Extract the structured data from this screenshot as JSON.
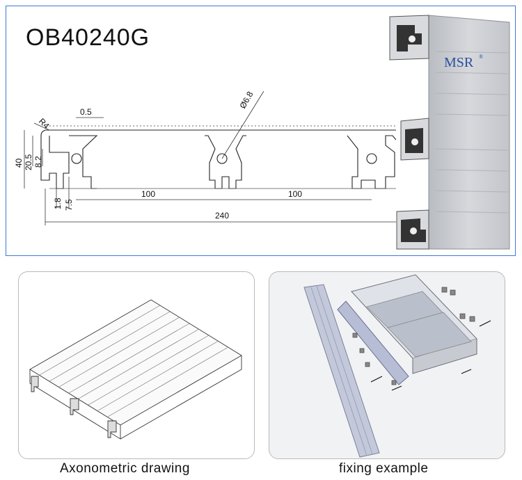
{
  "product": {
    "code": "OB40240G",
    "brand": "MSR",
    "brand_mark": "®"
  },
  "dimensions": {
    "radius": "R4",
    "wall": "0.5",
    "hole": "Ø6.8",
    "height": "40",
    "height_mid": "20.5",
    "slot_offset": "8.2",
    "lip": "1.8",
    "slot_depth": "7.5",
    "pitch_left": "100",
    "pitch_right": "100",
    "width": "240"
  },
  "captions": {
    "axonometric": "Axonometric drawing",
    "fixing": "fixing example"
  },
  "colors": {
    "frame_border": "#3a7bd5",
    "panel_border": "#b9b9b9",
    "aluminium": "#c9ccd1",
    "brand_text": "#2a4f9e"
  }
}
